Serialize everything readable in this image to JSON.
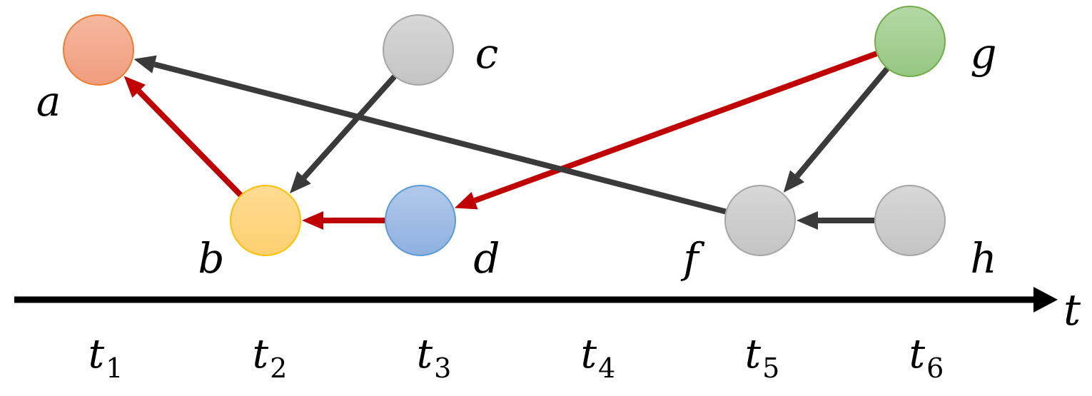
{
  "nodes": [
    {
      "id": "a",
      "label": "a",
      "fill_top": "#f5b89f",
      "fill_bottom": "#f19c7d",
      "stroke": "#ed7d31"
    },
    {
      "id": "b",
      "label": "b",
      "fill_top": "#fedb93",
      "fill_bottom": "#fdd070",
      "stroke": "#ffc000"
    },
    {
      "id": "c",
      "label": "c",
      "fill_top": "#d7d7d7",
      "fill_bottom": "#c4c4c4",
      "stroke": "#a5a5a5"
    },
    {
      "id": "d",
      "label": "d",
      "fill_top": "#b1c9ea",
      "fill_bottom": "#8fb0e0",
      "stroke": "#5b9bd5"
    },
    {
      "id": "f",
      "label": "f",
      "fill_top": "#d7d7d7",
      "fill_bottom": "#c4c4c4",
      "stroke": "#a5a5a5"
    },
    {
      "id": "g",
      "label": "g",
      "fill_top": "#b4d8a6",
      "fill_bottom": "#95c781",
      "stroke": "#70ad47"
    },
    {
      "id": "h",
      "label": "h",
      "fill_top": "#d7d7d7",
      "fill_bottom": "#c4c4c4",
      "stroke": "#a5a5a5"
    }
  ],
  "edges": [
    {
      "from": "b",
      "to": "a",
      "color": "#c00000"
    },
    {
      "from": "d",
      "to": "b",
      "color": "#c00000"
    },
    {
      "from": "g",
      "to": "d",
      "color": "#c00000"
    },
    {
      "from": "c",
      "to": "b",
      "color": "#3a3a3a"
    },
    {
      "from": "f",
      "to": "a",
      "color": "#3a3a3a"
    },
    {
      "from": "g",
      "to": "f",
      "color": "#3a3a3a"
    },
    {
      "from": "h",
      "to": "f",
      "color": "#3a3a3a"
    }
  ],
  "axis": {
    "label": "t",
    "color": "#000000"
  },
  "ticks": [
    {
      "base": "t",
      "sub": "1"
    },
    {
      "base": "t",
      "sub": "2"
    },
    {
      "base": "t",
      "sub": "3"
    },
    {
      "base": "t",
      "sub": "4"
    },
    {
      "base": "t",
      "sub": "5"
    },
    {
      "base": "t",
      "sub": "6"
    }
  ]
}
